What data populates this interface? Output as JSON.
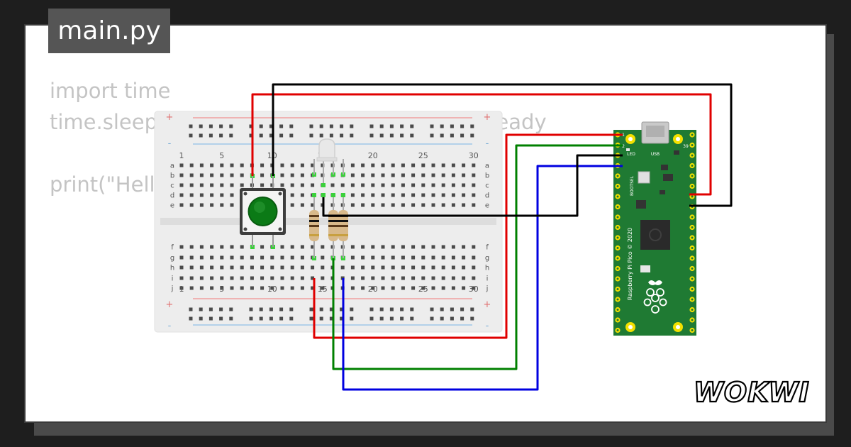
{
  "editor": {
    "filename": "main.py",
    "code_lines": [
      "import time",
      "time.sleep(0.1) # Wait for USB to become ready",
      "",
      "print(\"Hello, Pi Pico!\")"
    ]
  },
  "breadboard": {
    "column_numbers": [
      "1",
      "5",
      "10",
      "15",
      "20",
      "25",
      "30"
    ],
    "rows_top": [
      "a",
      "b",
      "c",
      "d",
      "e"
    ],
    "rows_bottom": [
      "f",
      "g",
      "h",
      "i",
      "j"
    ],
    "rail_plus": "+",
    "rail_minus": "-"
  },
  "pico": {
    "usb_label": "USB",
    "led_label": "LED",
    "bootsel_label": "BOOTSEL",
    "model_label": "Raspberry Pi Pico © 2020",
    "pin_1": "1",
    "pin_2": "2",
    "pin_39": "39"
  },
  "brand": {
    "logo_text": "WOKWI"
  },
  "colors": {
    "wire_red": "#e00000",
    "wire_black": "#000000",
    "wire_green": "#008000",
    "wire_blue": "#0000e0",
    "pico_green": "#1f7a33",
    "button_green": "#0b7a16"
  }
}
